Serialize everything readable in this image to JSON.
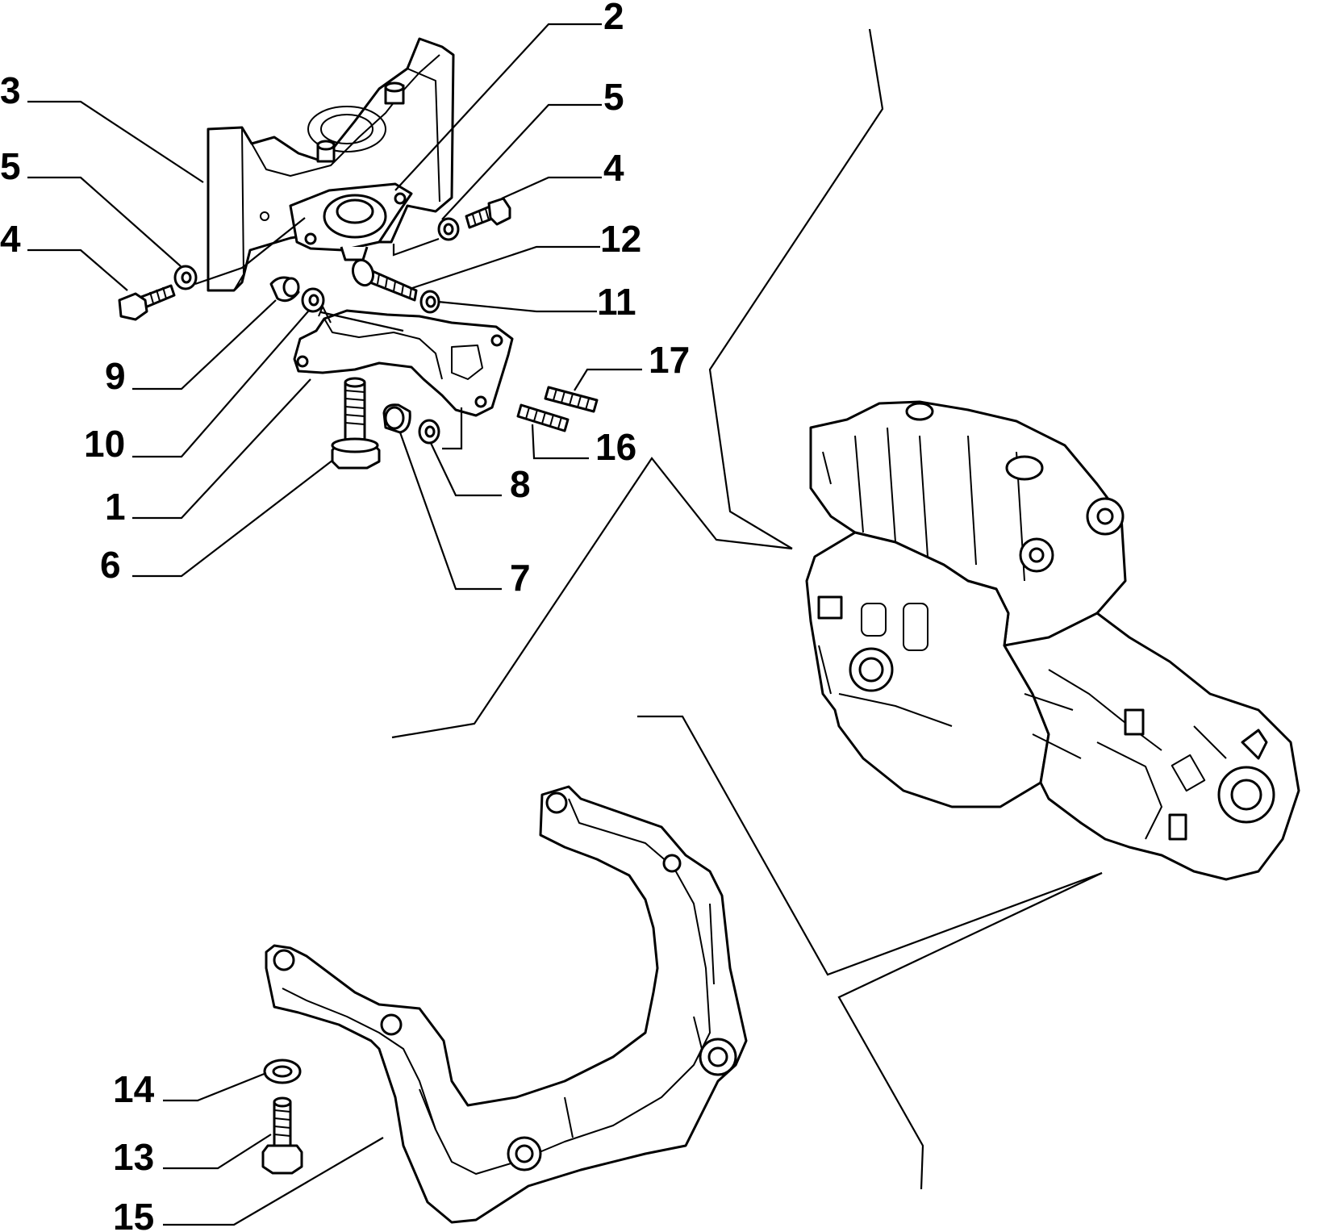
{
  "labels": {
    "l1": "1",
    "l2": "2",
    "l3": "3",
    "l4a": "4",
    "l4b": "4",
    "l5a": "5",
    "l5b": "5",
    "l6": "6",
    "l7": "7",
    "l8": "8",
    "l9": "9",
    "l10": "10",
    "l11": "11",
    "l12": "12",
    "l13": "13",
    "l14": "14",
    "l15": "15",
    "l16": "16",
    "l17": "17"
  }
}
